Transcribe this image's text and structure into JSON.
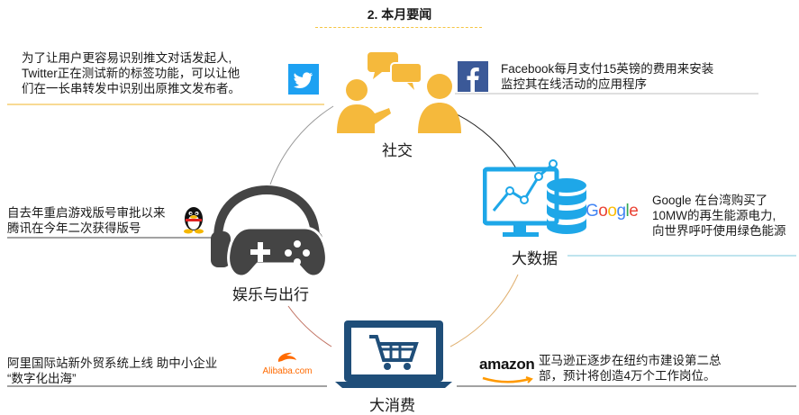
{
  "header": {
    "title": "2.  本月要闻"
  },
  "hubs": {
    "social": "社交",
    "bigdata": "大数据",
    "entertainment": "娱乐与出行",
    "consumption": "大消费"
  },
  "news": {
    "twitter": {
      "line1": "为了让用户更容易识别推文对话发起人,",
      "line2": "Twitter正在测试新的标签功能，可以让他",
      "line3": "们在一长串转发中识别出原推文发布者。"
    },
    "facebook": {
      "line1": "Facebook每月支付15英镑的费用来安装",
      "line2": "监控其在线活动的应用程序"
    },
    "google": {
      "line1": "Google 在台湾购买了",
      "line2": "10MW的再生能源电力,",
      "line3": "向世界呼吁使用绿色能源"
    },
    "tencent": {
      "line1": "自去年重启游戏版号审批以来",
      "line2": "腾讯在今年二次获得版号"
    },
    "alibaba": {
      "line1": "阿里国际站新外贸系统上线 助中小企业",
      "line2": "“数字化出海”"
    },
    "amazon": {
      "line1": "亚马逊正逐步在纽约市建设第二总",
      "line2": "部，预计将创造4万个工作岗位。"
    }
  },
  "logos": {
    "google": "Google",
    "amazon": "amazon",
    "alibaba": "Alibaba.com"
  },
  "colors": {
    "twitter": "#1da1f2",
    "facebook": "#3b5998",
    "people": "#f5b93c",
    "bubble": "#f5b93c",
    "bigdata": "#1ea7e8",
    "dark": "#444444",
    "laptop": "#1f4e79",
    "alibaba": "#ff6a00",
    "amazon_arrow": "#ff9900",
    "rule_gold": "#f0b429"
  },
  "icons": {
    "twitter": "twitter-bird-icon",
    "facebook": "facebook-f-icon",
    "social": "people-chat-icon",
    "bigdata": "monitor-database-icon",
    "entertainment": "headset-gamepad-icon",
    "consumption": "laptop-cart-icon",
    "tencent": "qq-penguin-icon"
  }
}
